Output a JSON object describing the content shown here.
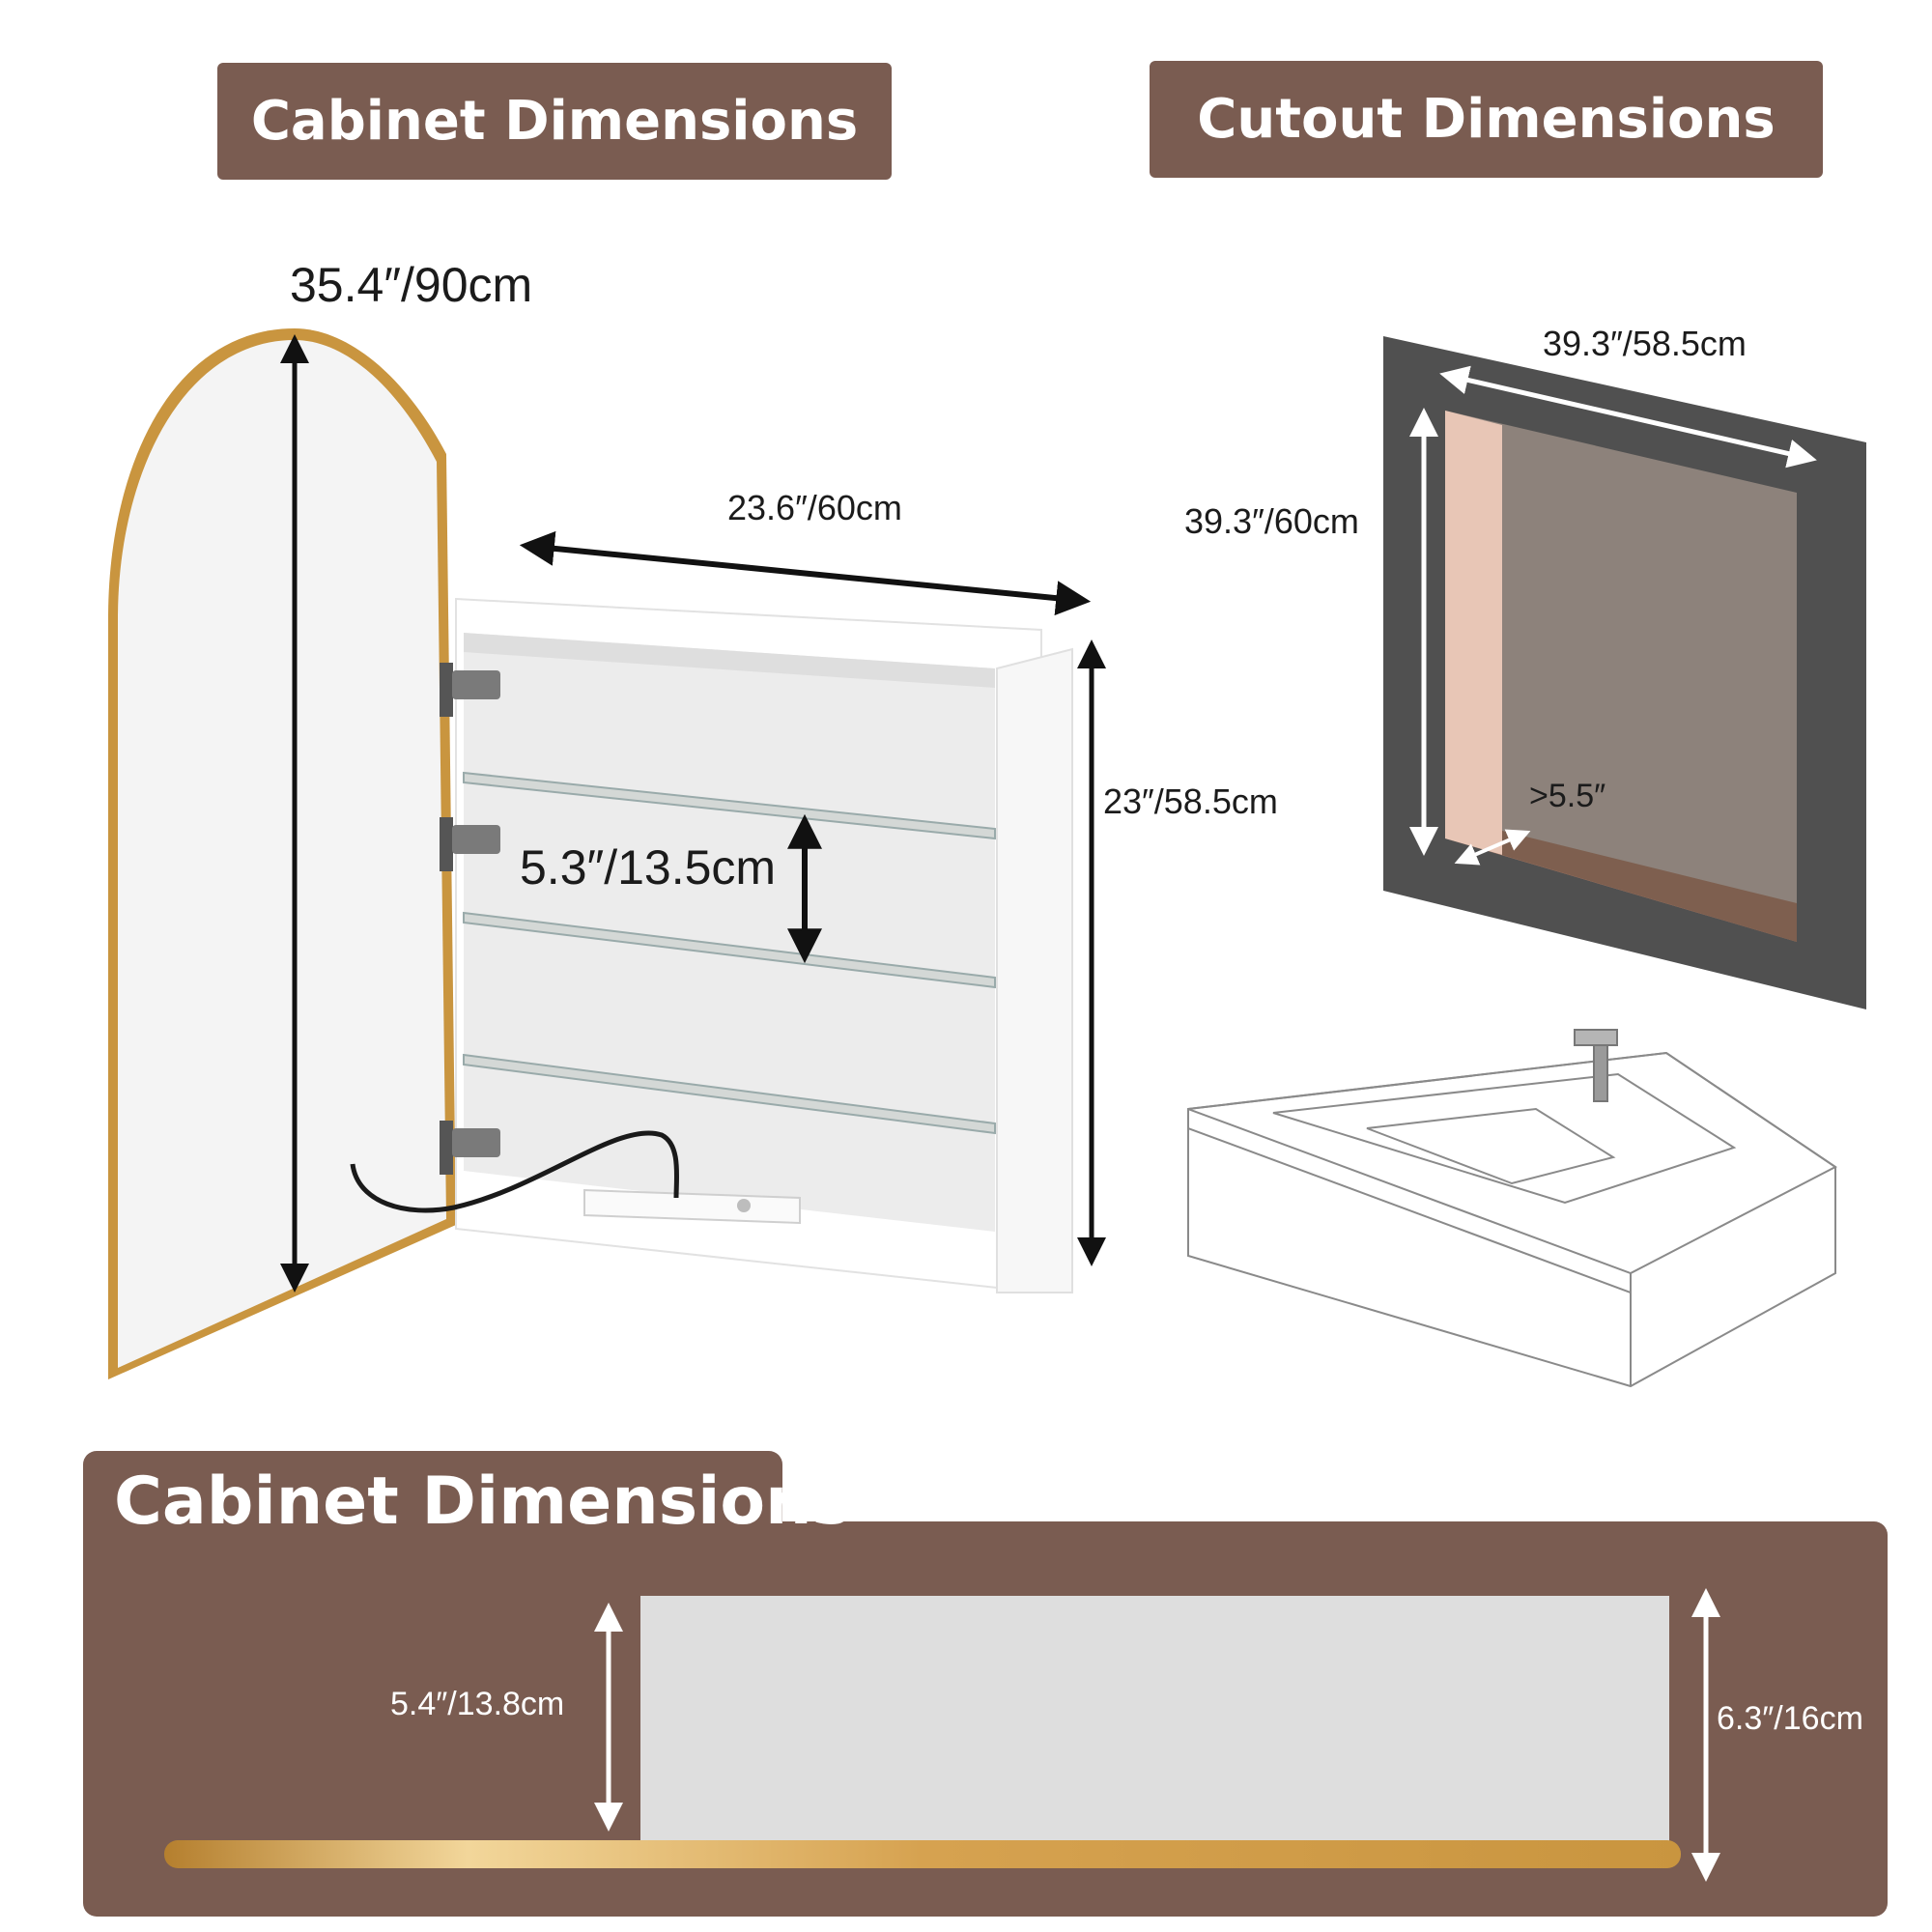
{
  "banners": {
    "cabinet": "Cabinet Dimensions",
    "cutout": "Cutout Dimensions"
  },
  "cabinet_dims": {
    "door_height": "35.4″/90cm",
    "width": "23.6″/60cm",
    "height": "23″/58.5cm",
    "shelf_spacing": "5.3″/13.5cm"
  },
  "cutout_dims": {
    "width": "39.3″/58.5cm",
    "height": "39.3″/60cm",
    "depth": ">5.5″"
  },
  "bottom": {
    "title": "Cabinet Dimensions",
    "inner_depth": "5.4″/13.8cm",
    "total_depth": "6.3″/16cm"
  },
  "colors": {
    "brand_brown": "#7a5c51",
    "gold_frame": "#c9953f",
    "wall_dark": "#505050"
  }
}
